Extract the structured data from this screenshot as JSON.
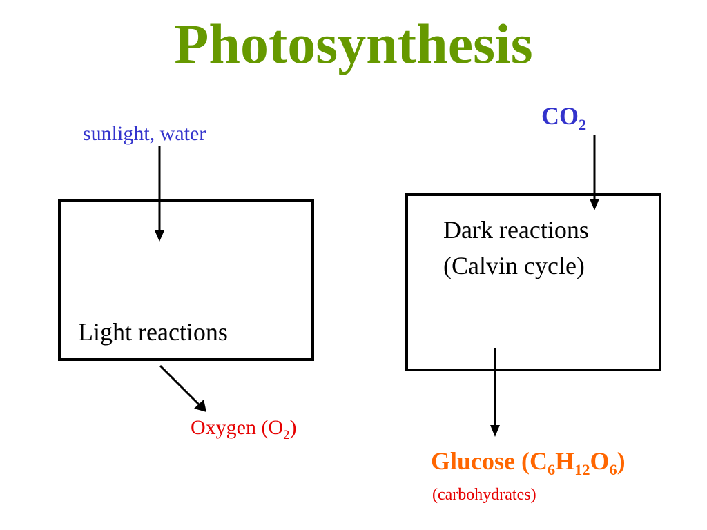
{
  "title": "Photosynthesis",
  "colors": {
    "title": "#669900",
    "inputs": "#3333cc",
    "oxygen": "#e60000",
    "glucose": "#ff6600",
    "lines": "#000000"
  },
  "light": {
    "label": "Light reactions",
    "input": "sunlight, water",
    "output_text": "Oxygen (O",
    "output_sub": "2",
    "output_close": ")"
  },
  "dark": {
    "label_line1": "Dark reactions",
    "label_line2": "(Calvin cycle)",
    "input_text": "CO",
    "input_sub": "2",
    "output": {
      "part1": "Glucose (C",
      "sub1": "6",
      "part2": "H",
      "sub2": "12",
      "part3": "O",
      "sub3": "6",
      "part4": ")"
    },
    "output_note": "(carbohydrates)"
  }
}
